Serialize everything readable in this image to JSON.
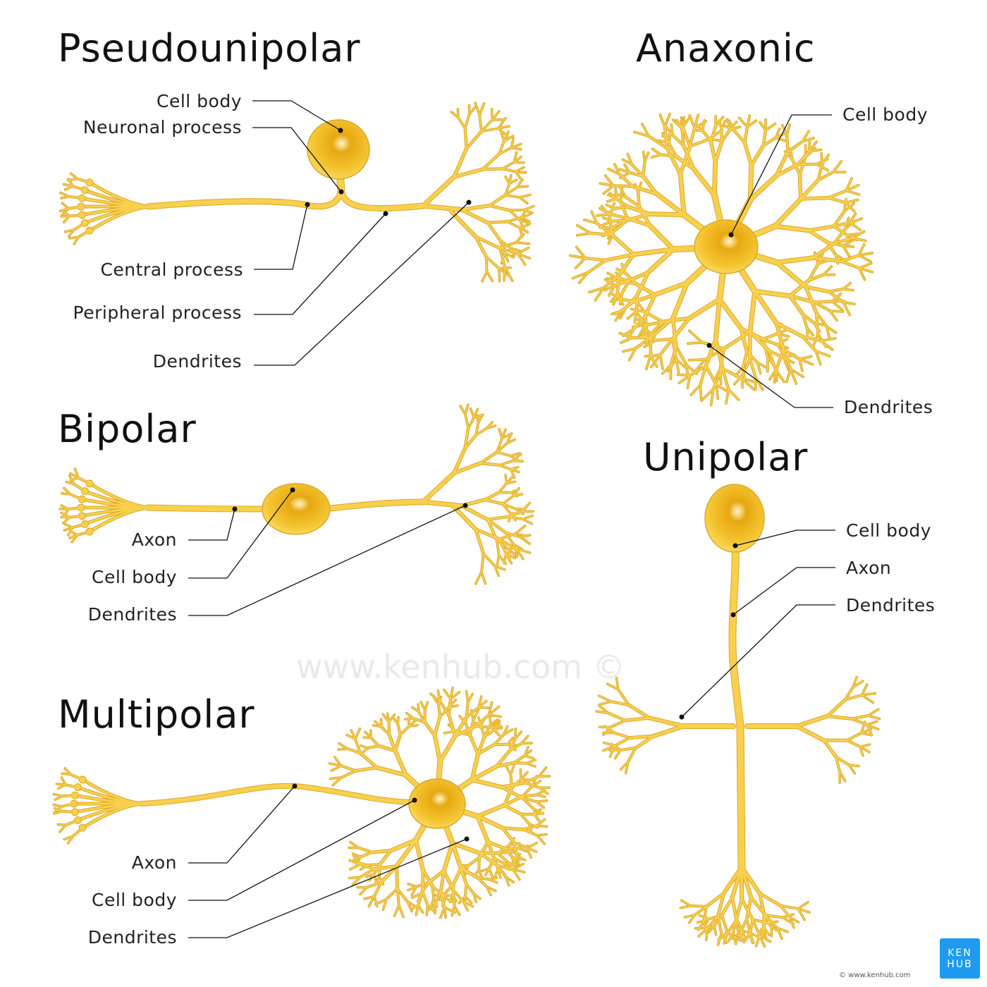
{
  "watermark": "www.kenhub.com ©",
  "colors": {
    "neuron": "#f8d04e",
    "neuron_outline": "#d9a82a",
    "body_core": "#e8a90c",
    "logo": "#1e9bf0"
  },
  "pseudounipolar": {
    "title": "Pseudounipolar",
    "labels": {
      "cell_body": "Cell body",
      "neuronal_process": "Neuronal process",
      "central_process": "Central process",
      "peripheral_process": "Peripheral process",
      "dendrites": "Dendrites"
    }
  },
  "anaxonic": {
    "title": "Anaxonic",
    "labels": {
      "cell_body": "Cell body",
      "dendrites": "Dendrites"
    }
  },
  "bipolar": {
    "title": "Bipolar",
    "labels": {
      "axon": "Axon",
      "cell_body": "Cell body",
      "dendrites": "Dendrites"
    }
  },
  "multipolar": {
    "title": "Multipolar",
    "labels": {
      "axon": "Axon",
      "cell_body": "Cell body",
      "dendrites": "Dendrites"
    }
  },
  "unipolar": {
    "title": "Unipolar",
    "labels": {
      "cell_body": "Cell body",
      "axon": "Axon",
      "dendrites": "Dendrites"
    }
  },
  "logo": {
    "line1": "KEN",
    "line2": "HUB"
  },
  "copyright": "© www.kenhub.com"
}
